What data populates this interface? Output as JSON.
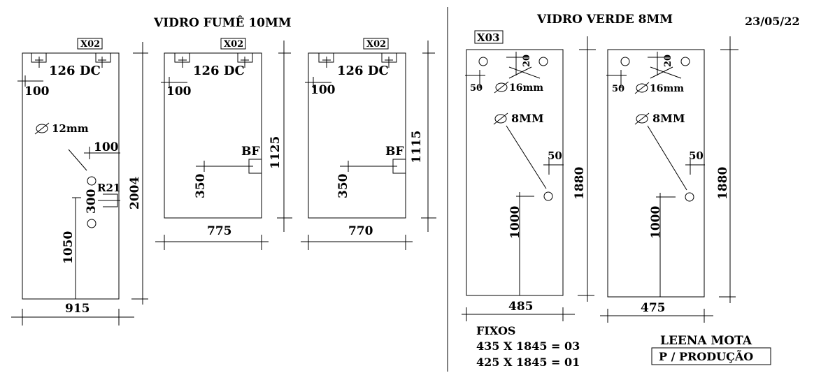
{
  "sections": {
    "left_title": "VIDRO FUMÊ 10MM",
    "right_title": "VIDRO VERDE 8MM",
    "date": "23/05/22"
  },
  "panels": {
    "p1": {
      "tag": "X02",
      "hinge_label": "126 DC",
      "dim_top_offset": "100",
      "hole_label": "12mm",
      "dim_hole_offset": "100",
      "radius_label": "R21",
      "dim_spacing": "300",
      "dim_height_from_floor": "1050",
      "width": "915",
      "height": "2004"
    },
    "p2": {
      "tag": "X02",
      "hinge_label": "126 DC",
      "dim_top_offset": "100",
      "lock_label": "BF",
      "dim_lock_height": "350",
      "width": "775",
      "height": "1125"
    },
    "p3": {
      "tag": "X02",
      "hinge_label": "126 DC",
      "dim_top_offset": "100",
      "lock_label": "BF",
      "dim_lock_height": "350",
      "width": "770",
      "height": "1115"
    },
    "p4": {
      "tag": "X03",
      "dim_top_small": "20",
      "dim_side": "50",
      "hole_large_label": "16mm",
      "hole_label": "8MM",
      "dim_hole_side": "50",
      "dim_hole_height": "1000",
      "width": "485",
      "height": "1880"
    },
    "p5": {
      "dim_top_small": "20",
      "dim_side": "50",
      "hole_large_label": "16mm",
      "hole_label": "8MM",
      "dim_hole_side": "50",
      "dim_hole_height": "1000",
      "width": "475",
      "height": "1880"
    }
  },
  "fixos": {
    "title": "FIXOS",
    "line1": "435 X 1845 = 03",
    "line2": "425 X 1845 = 01"
  },
  "signature": {
    "name": "LEENA MOTA",
    "role": "P / PRODUÇÃO"
  }
}
